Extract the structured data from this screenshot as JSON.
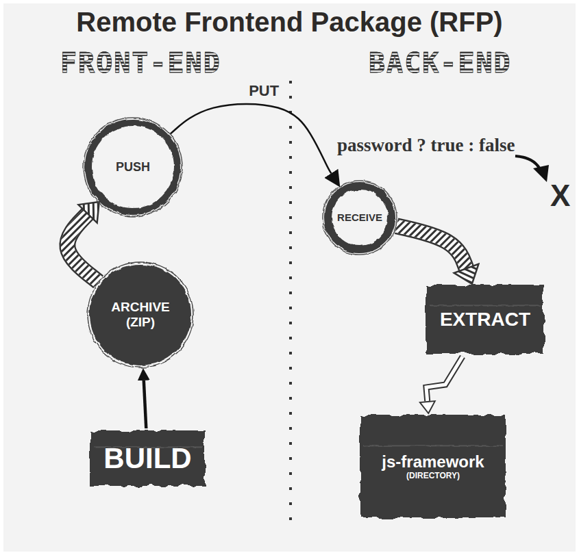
{
  "diagram": {
    "title": "Remote Frontend Package (RFP)",
    "nodes": [
      {
        "text": [
          "BUILD"
        ]
      },
      {
        "text": [
          "ARCHIVE (ZIP)"
        ]
      },
      {
        "text": [
          "PUSH"
        ]
      },
      {
        "text": [
          "RECEIVE"
        ]
      },
      {
        "text": [
          "EXTRACT"
        ]
      },
      {
        "text": [
          "js-framework",
          "(DIRECTORY)"
        ]
      }
    ],
    "edges": [
      {
        "from": 0,
        "to": 1,
        "arrow": "to"
      },
      {
        "from": 1,
        "to": 2,
        "arrow": "to"
      },
      {
        "from": 2,
        "to": 3,
        "label": "PUT",
        "arrow": "to"
      },
      {
        "from": 3,
        "to": 4,
        "arrow": "to"
      },
      {
        "from": 4,
        "to": 5,
        "arrow": "to"
      }
    ],
    "labels": [
      "FRONT-END",
      "BACK-END",
      "password ? true : false",
      "X"
    ]
  }
}
